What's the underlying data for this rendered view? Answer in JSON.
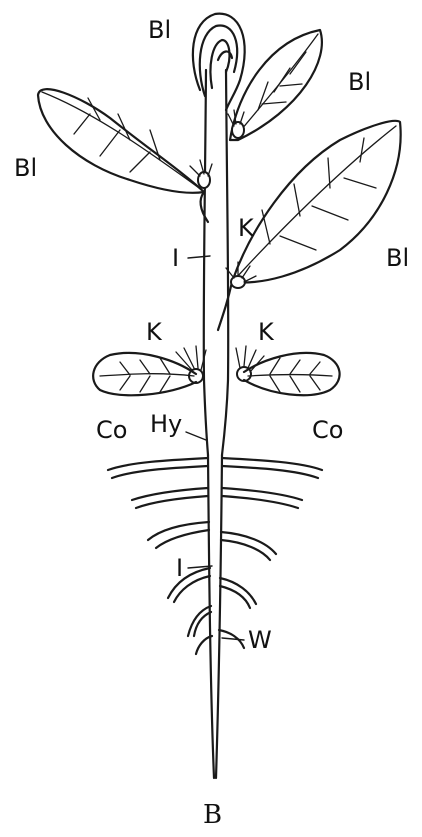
{
  "labels": {
    "leaf_top": "Bl",
    "leaf_upper_right": "Bl",
    "leaf_left": "Bl",
    "leaf_right": "Bl",
    "bud_upper": "K",
    "bud_left": "K",
    "bud_right": "K",
    "internode_upper": "I",
    "internode_lower": "I",
    "cotyledon_left": "Co",
    "cotyledon_right": "Co",
    "hypocotyl": "Hy",
    "root": "W"
  },
  "caption": "B",
  "colors": {
    "ink": "#1a1a1a",
    "background": "#ffffff"
  }
}
